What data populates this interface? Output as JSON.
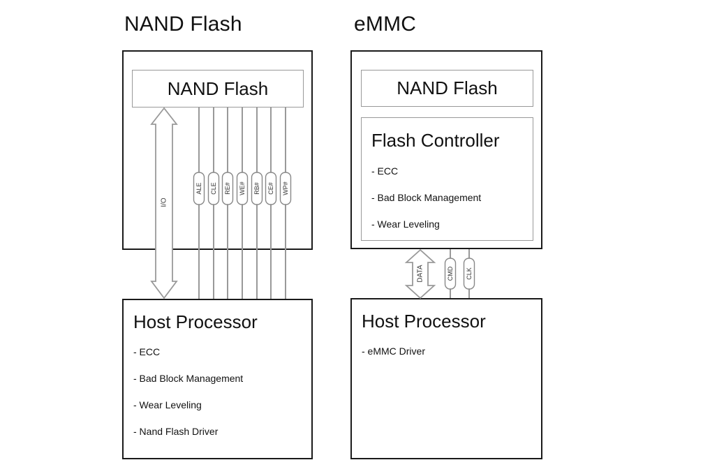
{
  "nand_diagram": {
    "title": "NAND Flash",
    "flash_box_label": "NAND Flash",
    "io_arrow_label": "I/O",
    "signals": [
      "ALE",
      "CLE",
      "RE#",
      "WE#",
      "RB#",
      "CE#",
      "WP#"
    ],
    "host": {
      "title": "Host Processor",
      "items": [
        "- ECC",
        "- Bad Block Management",
        "- Wear Leveling",
        "- Nand Flash Driver"
      ]
    }
  },
  "emmc_diagram": {
    "title": "eMMC",
    "flash_box_label": "NAND Flash",
    "controller": {
      "title": "Flash Controller",
      "items": [
        "- ECC",
        "- Bad Block Management",
        "- Wear Leveling"
      ]
    },
    "data_arrow_label": "DATA",
    "signals": [
      "CMD",
      "CLK"
    ],
    "host": {
      "title": "Host Processor",
      "items": [
        "- eMMC Driver"
      ]
    }
  },
  "colors": {
    "background": "#ffffff",
    "outer_box_border": "#1a1a1a",
    "inner_box_border": "#999999",
    "signal_line": "#999999",
    "text": "#111111"
  }
}
